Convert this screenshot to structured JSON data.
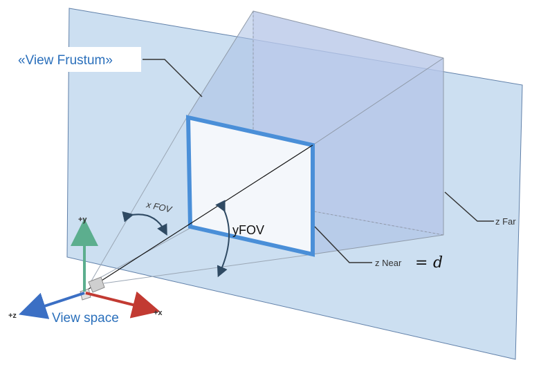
{
  "labels": {
    "frustum_title": "«View Frustum»",
    "x_fov": "x FOV",
    "y_fov": "yFOV",
    "z_far": "z Far",
    "z_near": "z Near",
    "near_equals": "=",
    "near_value": "d",
    "view_space": "View space"
  },
  "axes": {
    "y_label": "+y",
    "z_label": "+z",
    "x_label": "+x"
  },
  "colors": {
    "plane_fill": "#c7dcef",
    "plane_stroke": "#5f7fa8",
    "frustum_fill": "#aabfe4",
    "far_face_fill": "#d8d8f4",
    "near_border": "#4a8fd8",
    "y_axis": "#5cae8e",
    "z_axis": "#3b6fc4",
    "x_axis": "#c23a32",
    "blue_text": "#2a6fbb"
  }
}
